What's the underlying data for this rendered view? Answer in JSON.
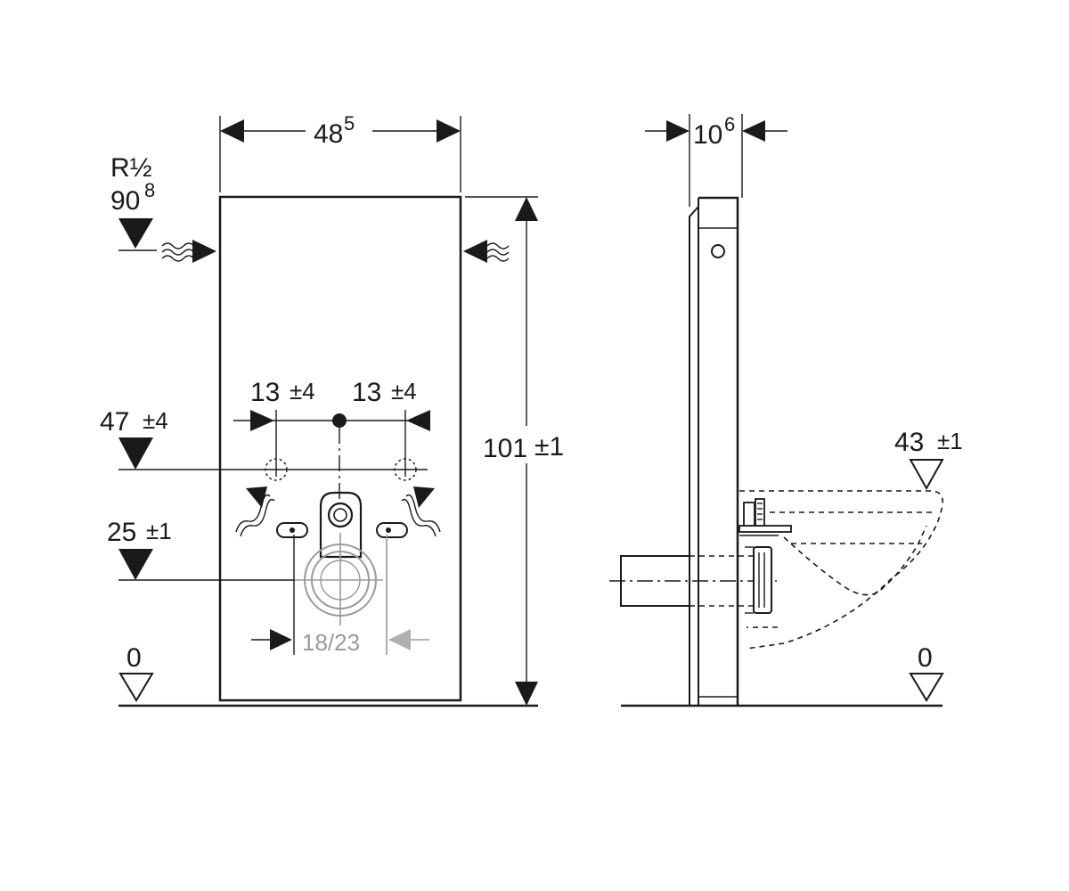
{
  "front_view": {
    "width_value": "48",
    "width_sup": "5",
    "connection_thread": "R½",
    "connection_height_value": "90",
    "connection_height_sup": "8",
    "height_value": "101",
    "height_tol": "±1",
    "spacing_left_value": "13",
    "spacing_left_tol": "±4",
    "spacing_right_value": "13",
    "spacing_right_tol": "±4",
    "level_upper_value": "47",
    "level_upper_tol": "±4",
    "level_lower_value": "25",
    "level_lower_tol": "±1",
    "bolt_spacing": "18/23",
    "floor_level": "0"
  },
  "side_view": {
    "depth_value": "10",
    "depth_sup": "6",
    "seat_height_value": "43",
    "seat_height_tol": "±1",
    "floor_level": "0"
  }
}
